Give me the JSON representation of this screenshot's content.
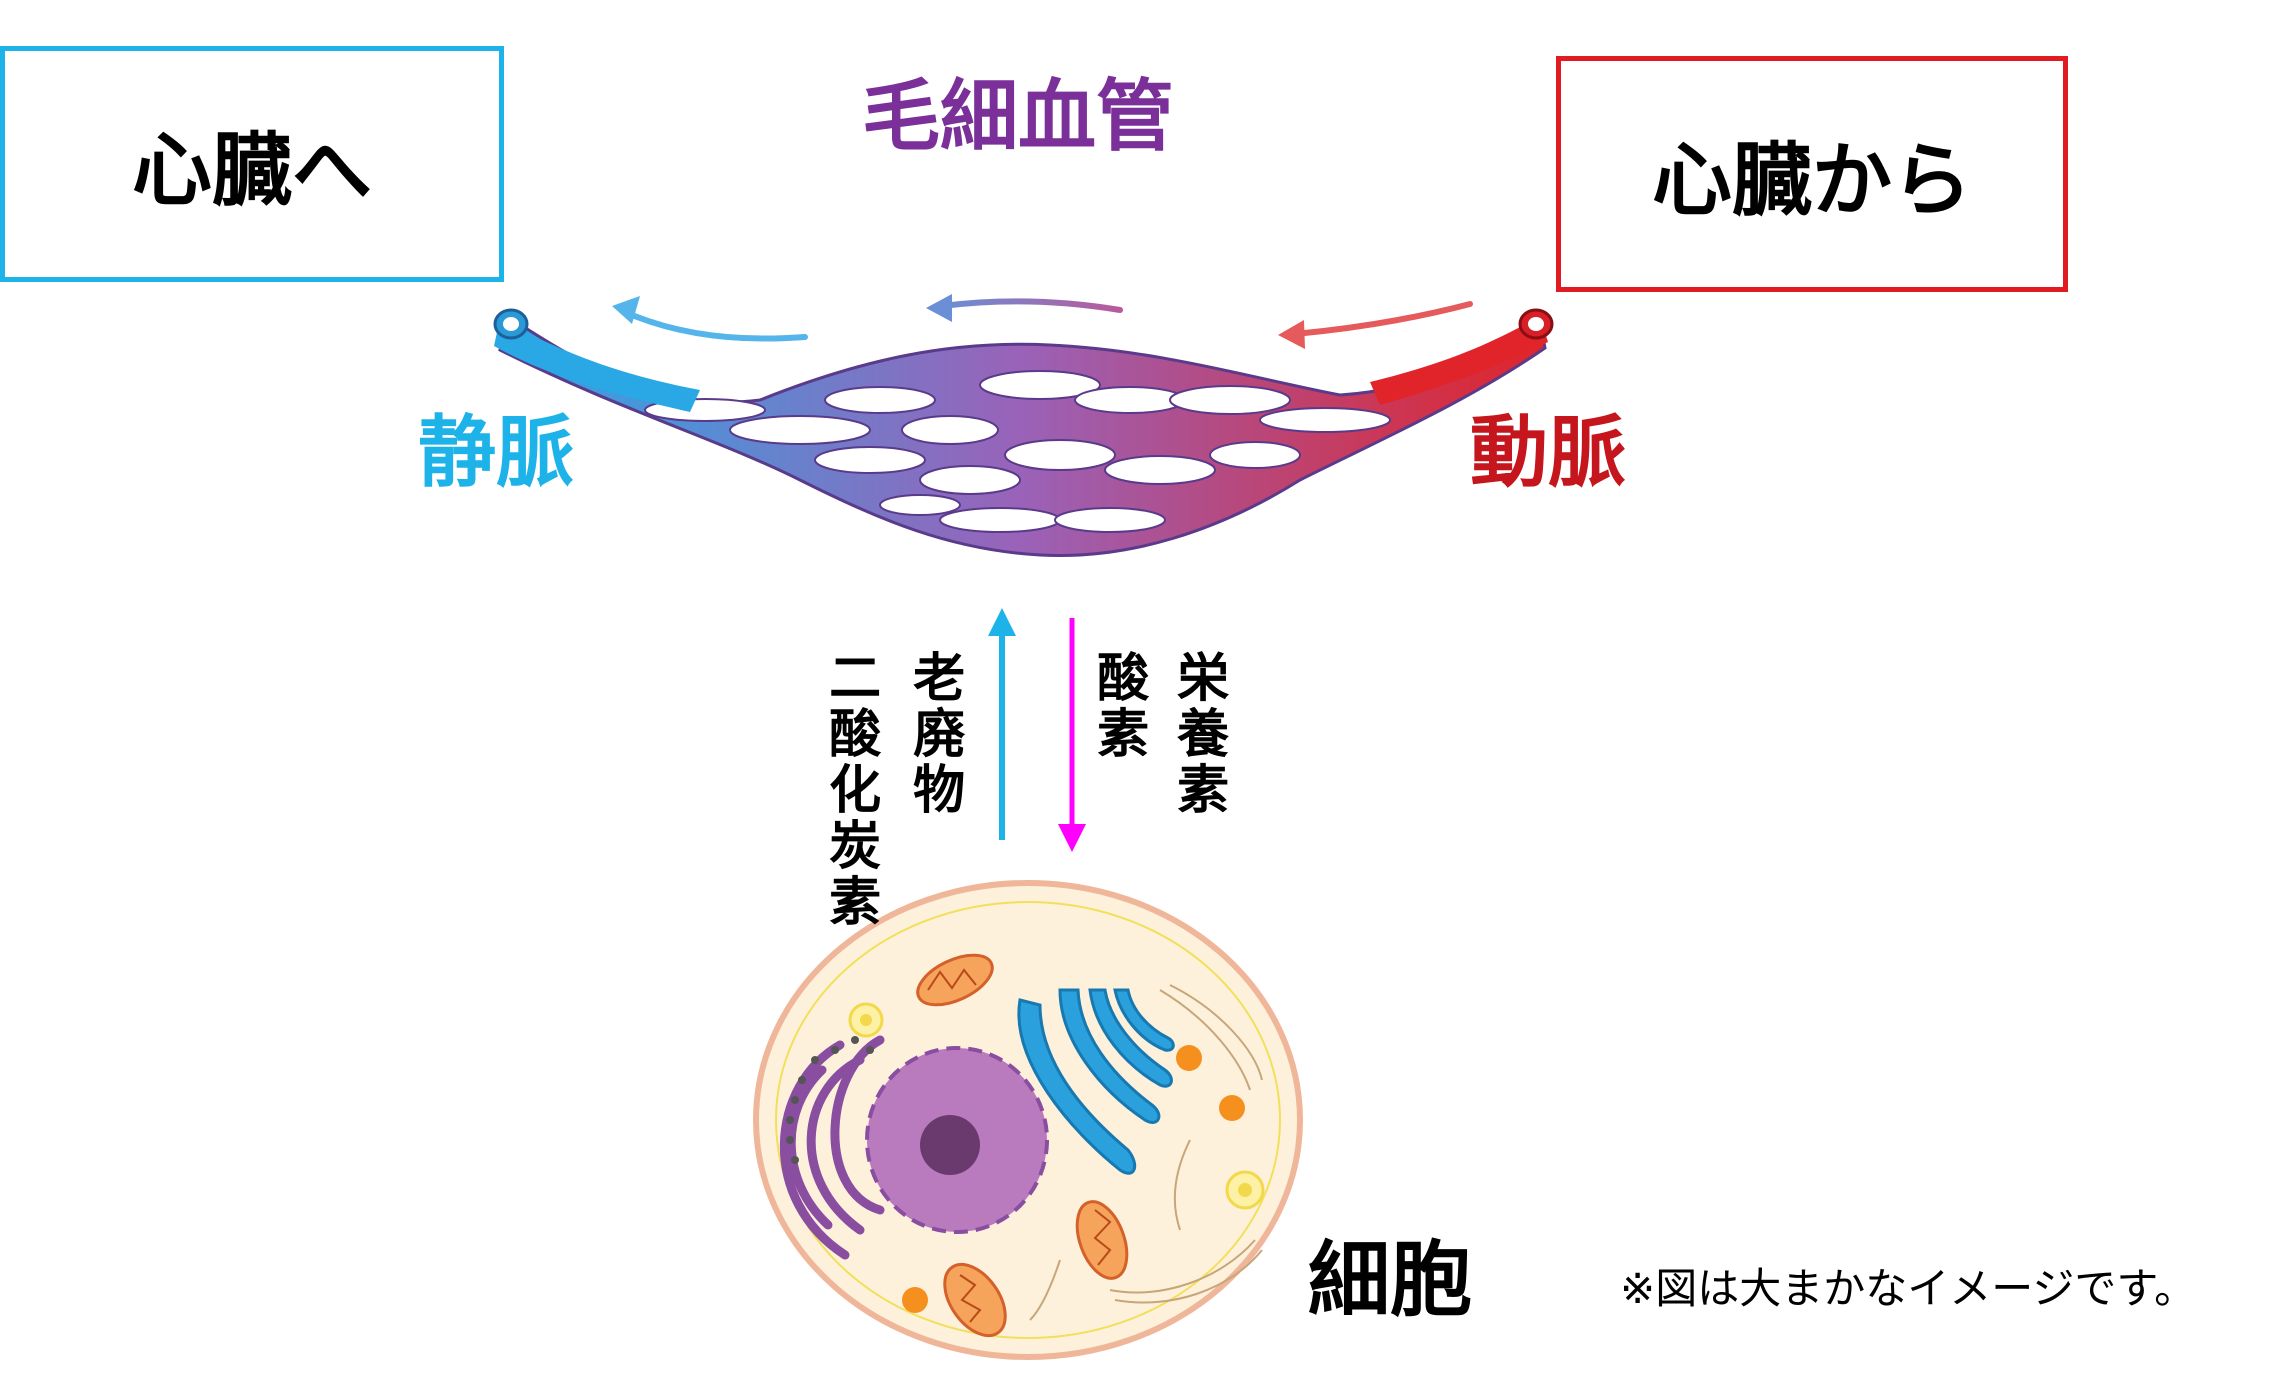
{
  "labels": {
    "to_heart": "心臓へ",
    "from_heart": "心臓から",
    "capillary": "毛細血管",
    "vein": "静脈",
    "artery": "動脈",
    "waste": "老廃物",
    "co2": "二酸化炭素",
    "oxygen": "酸素",
    "nutrients": "栄養素",
    "cell": "細胞",
    "note": "※図は大まかなイメージです。"
  },
  "colors": {
    "vein_blue": "#1eb3e8",
    "artery_red": "#e01b22",
    "capillary_purple": "#7a3098",
    "outflow_arrow": "#1eb3e8",
    "inflow_arrow": "#ff00ff"
  }
}
